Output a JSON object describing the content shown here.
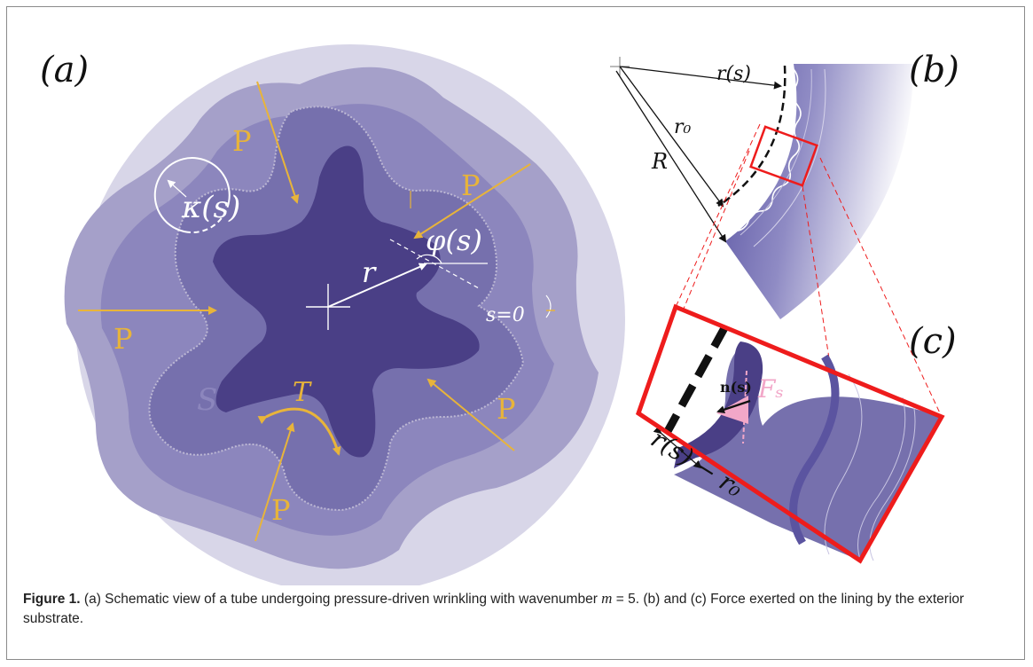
{
  "panels": {
    "a": {
      "label": "(a)",
      "pressure_label": "P",
      "curvature_label": "κ(s)",
      "angle_label": "φ(s)",
      "radius_label": "r",
      "arc_origin_label": "s=0",
      "area_label": "S",
      "tension_label": "T"
    },
    "b": {
      "label": "(b)",
      "rs_label": "r(s)",
      "r0_label": "r₀",
      "R_label": "R"
    },
    "c": {
      "label": "(c)",
      "normal_label": "n(s)",
      "force_label": "Fₛ",
      "gap_label": "r(s) − r₀"
    }
  },
  "caption": {
    "figure_label": "Figure 1.",
    "text_part1": "(a) Schematic view of a tube undergoing pressure-driven wrinkling with wavenumber ",
    "wavenumber_symbol": "m",
    "text_part2": " = 5. (b) and (c) Force exerted on the lining by the exterior substrate."
  },
  "colors": {
    "outer_disc": "#d8d6e8",
    "ring_1": "#a5a0c9",
    "ring_2": "#8c86bd",
    "ring_3": "#7670ad",
    "core": "#4a3f86",
    "arrow": "#e8b43a",
    "highlight": "#ee1c1c",
    "dashed_line": "#111111",
    "force_pink": "#f2a7c8"
  }
}
